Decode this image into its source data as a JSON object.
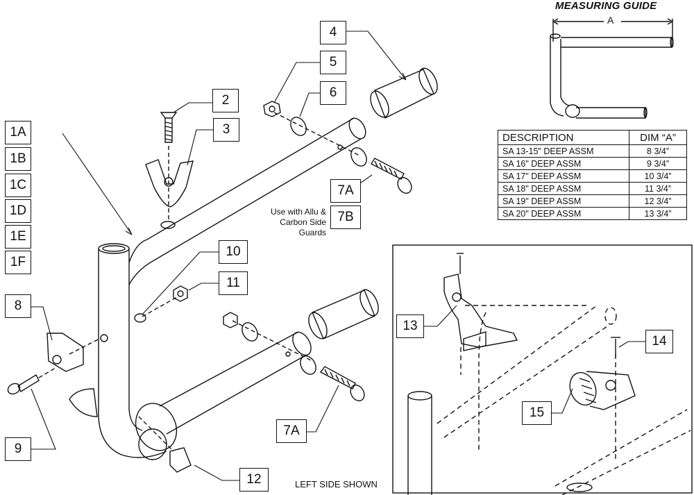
{
  "measuring_guide": {
    "title": "MEASURING GUIDE",
    "dimension_label": "A"
  },
  "table": {
    "headers": [
      "DESCRIPTION",
      "DIM “A”"
    ],
    "rows": [
      [
        "SA 13-15\" DEEP ASSM",
        "8 3/4”"
      ],
      [
        "SA 16\" DEEP ASSM",
        "9 3/4”"
      ],
      [
        "SA 17\" DEEP ASSM",
        "10 3/4”"
      ],
      [
        "SA 18\" DEEP ASSM",
        "11 3/4”"
      ],
      [
        "SA 19\" DEEP ASSM",
        "12 3/4”"
      ],
      [
        "SA 20\" DEEP ASSM",
        "13 3/4”"
      ]
    ]
  },
  "callouts": {
    "c1A": "1A",
    "c1B": "1B",
    "c1C": "1C",
    "c1D": "1D",
    "c1E": "1E",
    "c1F": "1F",
    "c2": "2",
    "c3": "3",
    "c4": "4",
    "c5": "5",
    "c6": "6",
    "c7A_top": "7A",
    "c7B": "7B",
    "c7A_bottom": "7A",
    "c8": "8",
    "c9": "9",
    "c10": "10",
    "c11": "11",
    "c12": "12",
    "c13": "13",
    "c14": "14",
    "c15": "15"
  },
  "note_7B": {
    "line1": "Use with Allu &",
    "line2": "Carbon Side Guards"
  },
  "footer": "LEFT SIDE SHOWN"
}
